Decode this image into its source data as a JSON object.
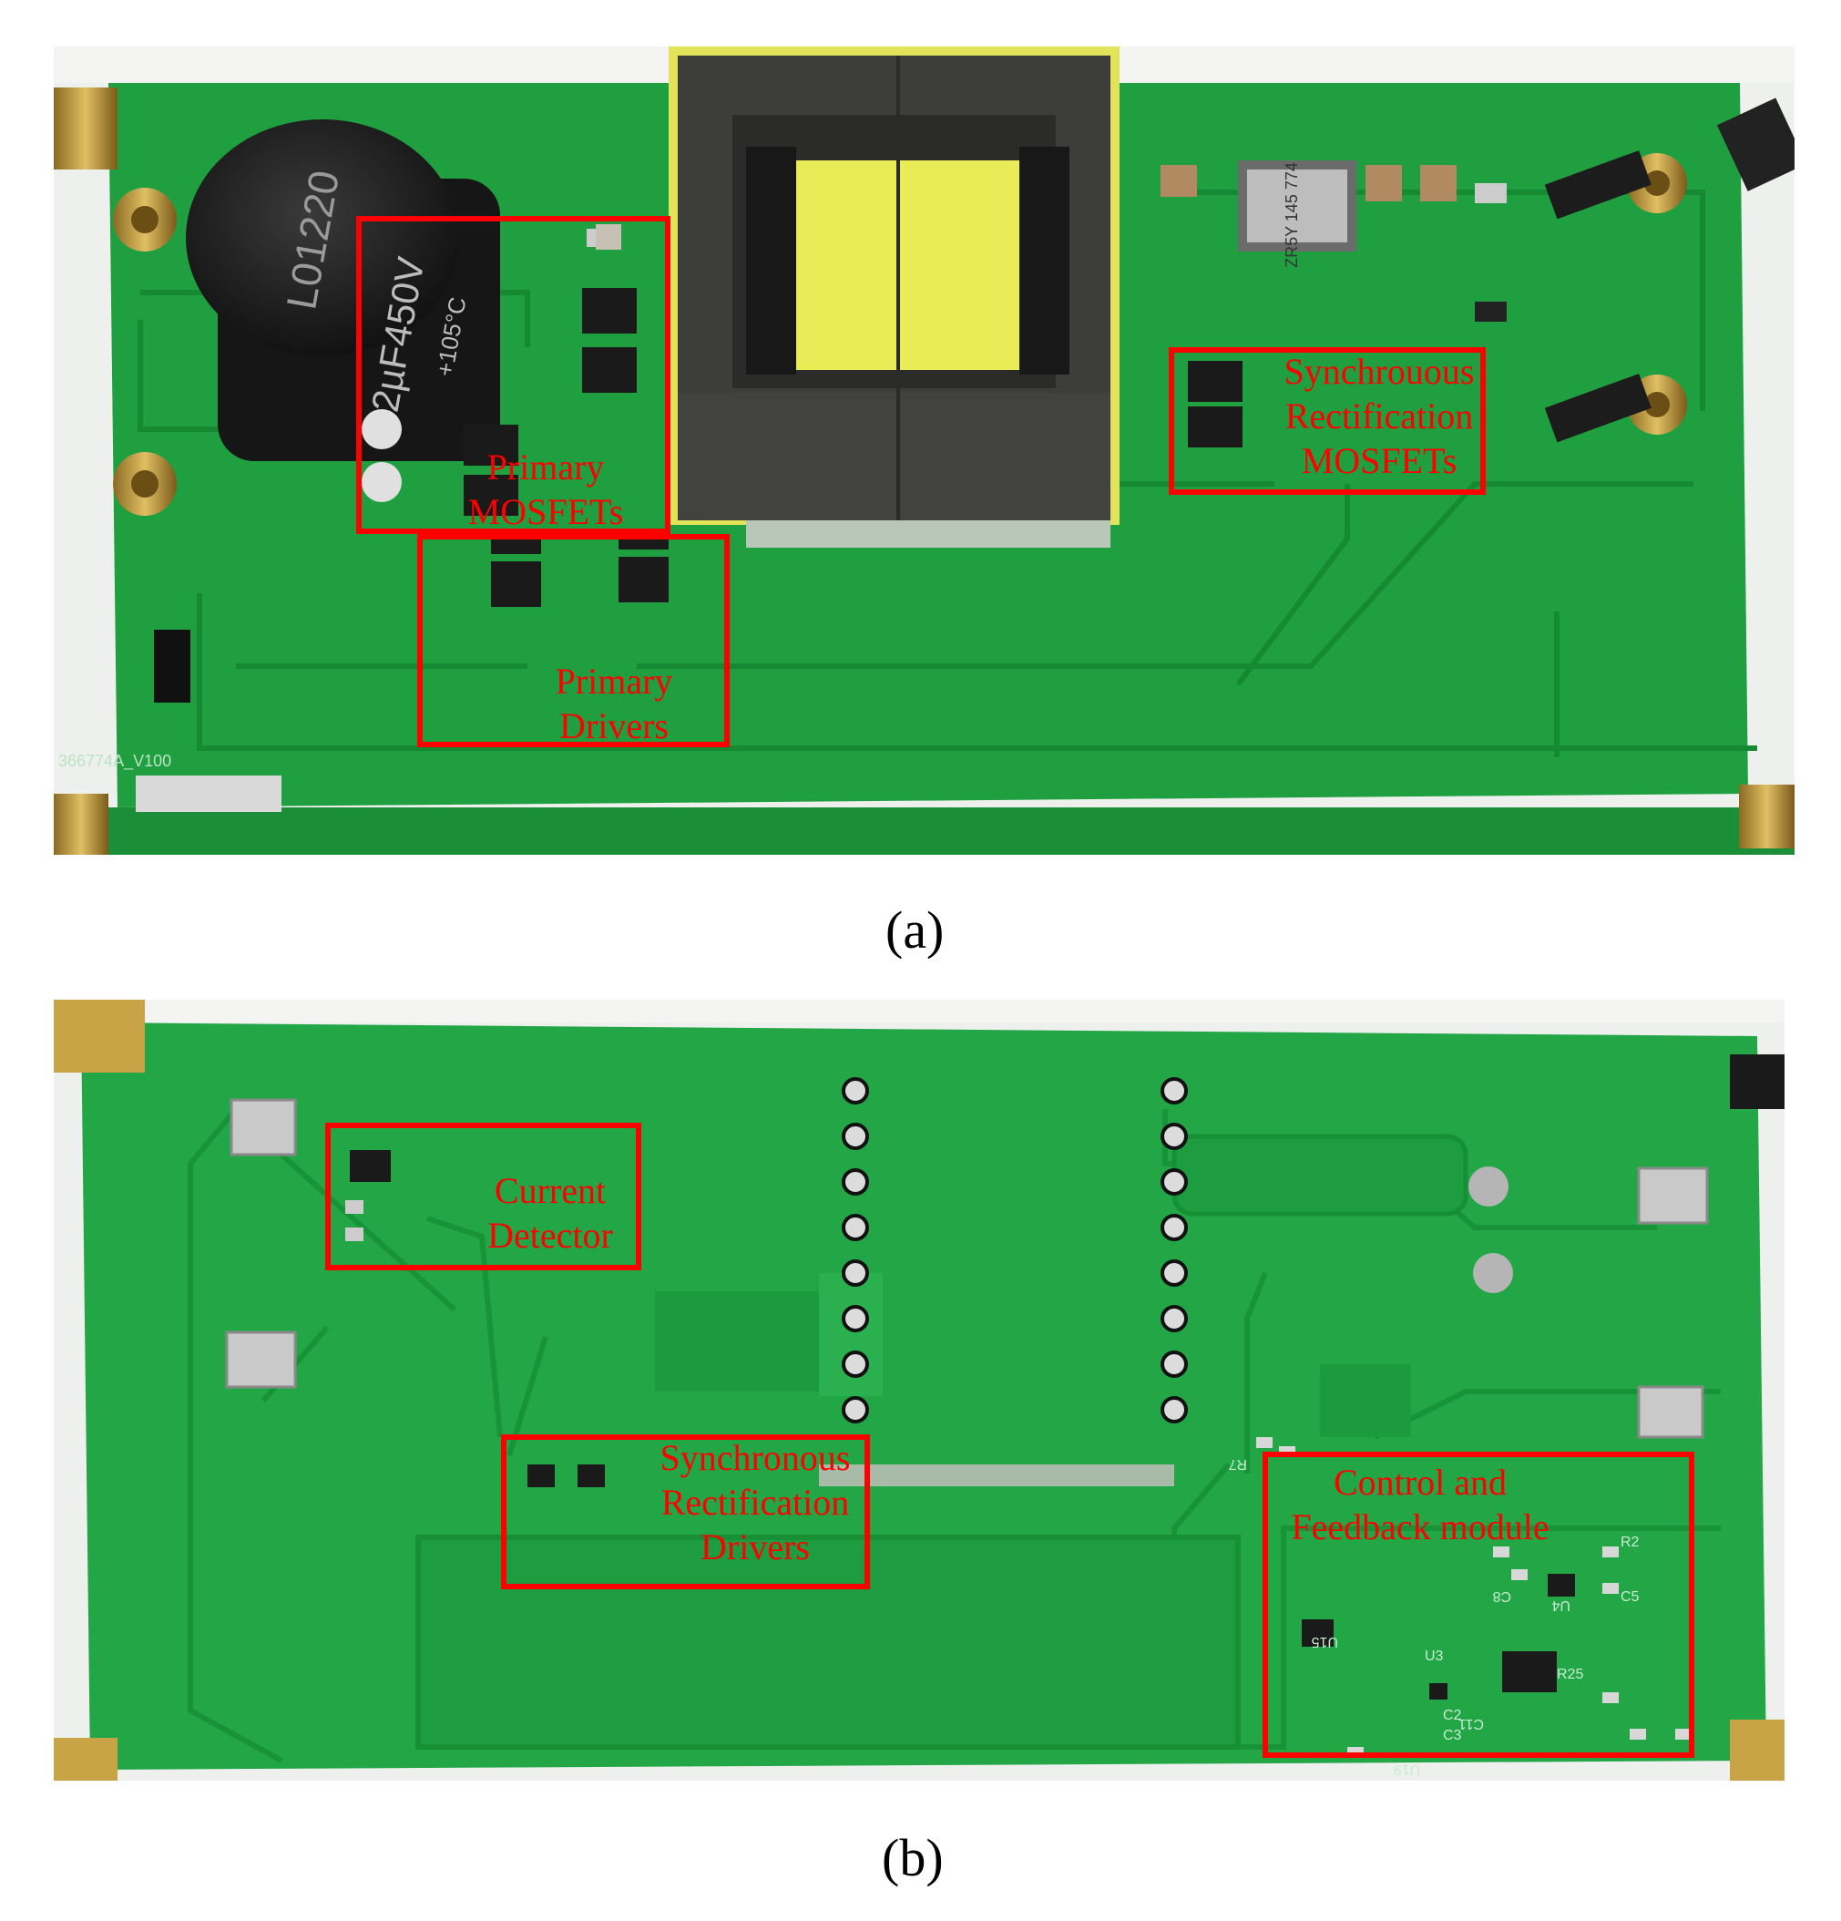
{
  "panel_a": {
    "label": "(a)",
    "annotations": {
      "primary_mosfets": [
        "Primary",
        "MOSFETs"
      ],
      "primary_drivers": [
        "Primary",
        "Drivers"
      ],
      "sr_mosfets": [
        "Synchrouous",
        "Rectification",
        "MOSFETs"
      ]
    },
    "silkscreen": {
      "capacitor_marking_1": "L01220",
      "capacitor_marking_2": "22µF450V",
      "capacitor_marking_3": "+105°C",
      "board_id": "366774A_V100",
      "inductor_marking": "ZR5Y 145 774"
    }
  },
  "panel_b": {
    "label": "(b)",
    "annotations": {
      "current_detector": [
        "Current",
        "Detector"
      ],
      "sr_drivers": [
        "Synchronous",
        "Rectification",
        "Drivers"
      ],
      "control_feedback": [
        "Control and",
        "Feedback module"
      ]
    },
    "silkscreen": {
      "r7": "R7",
      "u15": "U15",
      "u4": "U4",
      "r25": "R25",
      "c8": "C8",
      "c5": "C5",
      "c2": "C2",
      "c3": "C3",
      "c11": "C11",
      "r2": "R2",
      "u3": "U3",
      "u19": "U19"
    }
  },
  "colors": {
    "pcb_green": "#1d9a3c",
    "annotation_red": "#ff0000",
    "transformer_core": "#3f3f3d",
    "bobbin_tape": "#e8ea5a",
    "brass": "#c9a447"
  }
}
